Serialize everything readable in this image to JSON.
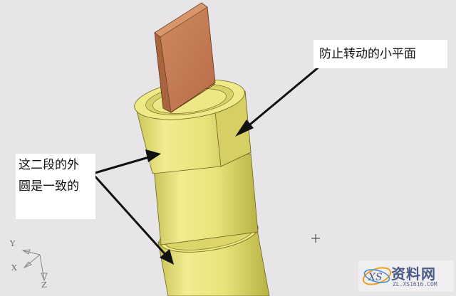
{
  "diagram": {
    "callouts": {
      "anti_rotation_flat": "防止转动的小平面",
      "same_od_line1": "这二段的外",
      "same_od_line2": "圆是一致的"
    },
    "axis_triad": {
      "x": "X",
      "y": "Y",
      "z": "Z"
    },
    "colors": {
      "background": "#e7e5e8",
      "brass": "#e6e27a",
      "brass_dark": "#b9b44a",
      "copper": "#c8805a",
      "copper_dark": "#a0603e",
      "arrow": "#111111"
    }
  },
  "watermark": {
    "logo_text": "XS",
    "title": "资料网",
    "url": "ZL.XS1616.COM"
  }
}
